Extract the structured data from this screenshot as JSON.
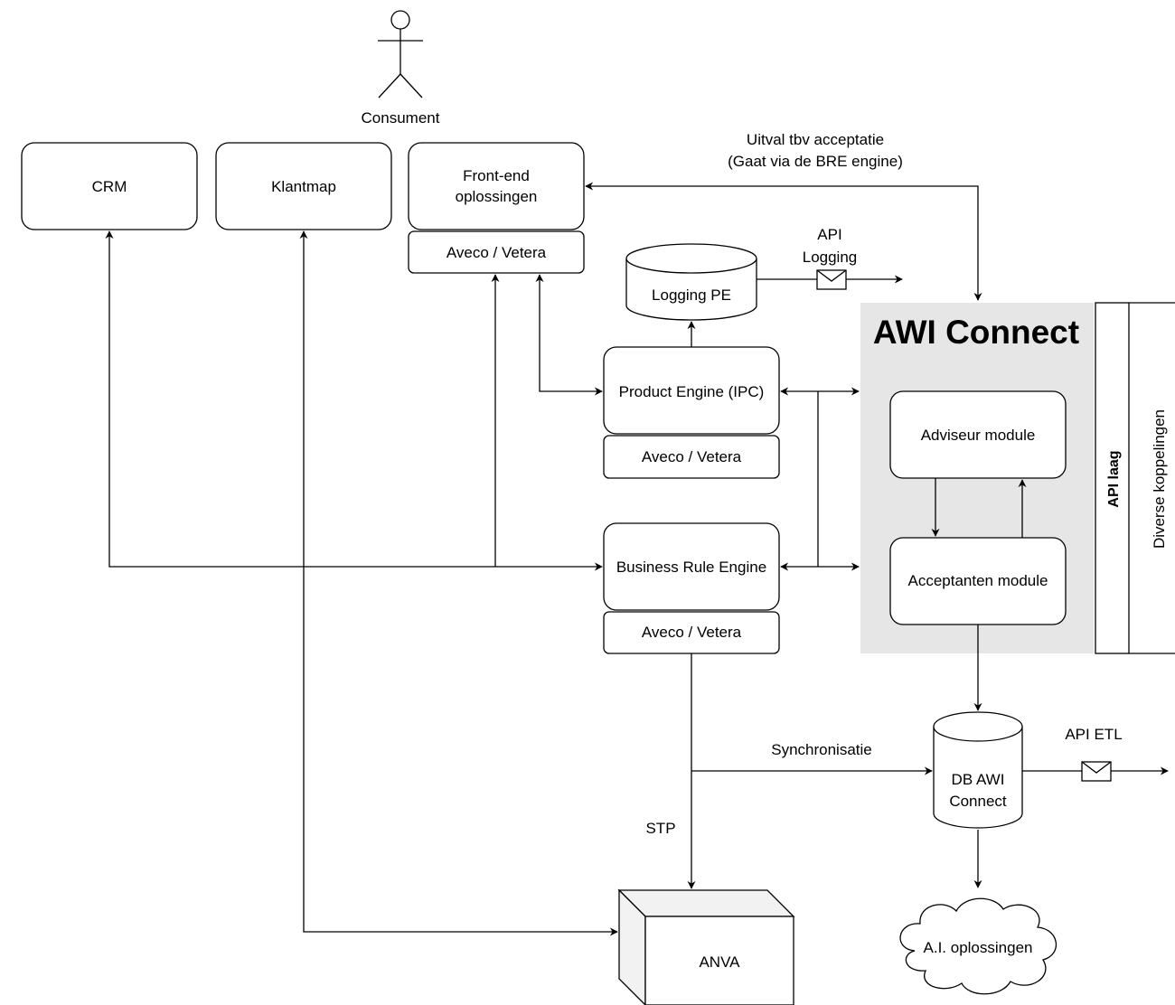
{
  "actor": {
    "label": "Consument"
  },
  "boxes": {
    "crm": "CRM",
    "klantmap": "Klantmap",
    "frontend_line1": "Front-end",
    "frontend_line2": "oplossingen",
    "aveco_frontend": "Aveco / Vetera",
    "product_engine": "Product Engine (IPC)",
    "aveco_pe": "Aveco / Vetera",
    "bre": "Business Rule Engine",
    "aveco_bre": "Aveco / Vetera",
    "adviseur": "Adviseur module",
    "acceptanten": "Acceptanten module",
    "anva": "ANVA"
  },
  "databases": {
    "logging_pe": "Logging PE",
    "db_awi_line1": "DB AWI",
    "db_awi_line2": "Connect"
  },
  "awi": {
    "title": "AWI Connect",
    "api_laag": "API laag",
    "diverse": "Diverse koppelingen"
  },
  "cloud": {
    "label": "A.I. oplossingen"
  },
  "edge_labels": {
    "uitval_line1": "Uitval tbv acceptatie",
    "uitval_line2": "(Gaat via de BRE engine)",
    "api_logging_line1": "API",
    "api_logging_line2": "Logging",
    "api_etl": "API ETL",
    "synchronisatie": "Synchronisatie",
    "stp": "STP"
  },
  "colors": {
    "awi_panel": "#e6e6e6",
    "stroke": "#000000",
    "background": "#ffffff"
  },
  "icons": {
    "envelope": "envelope-icon",
    "actor": "stick-figure-icon"
  }
}
